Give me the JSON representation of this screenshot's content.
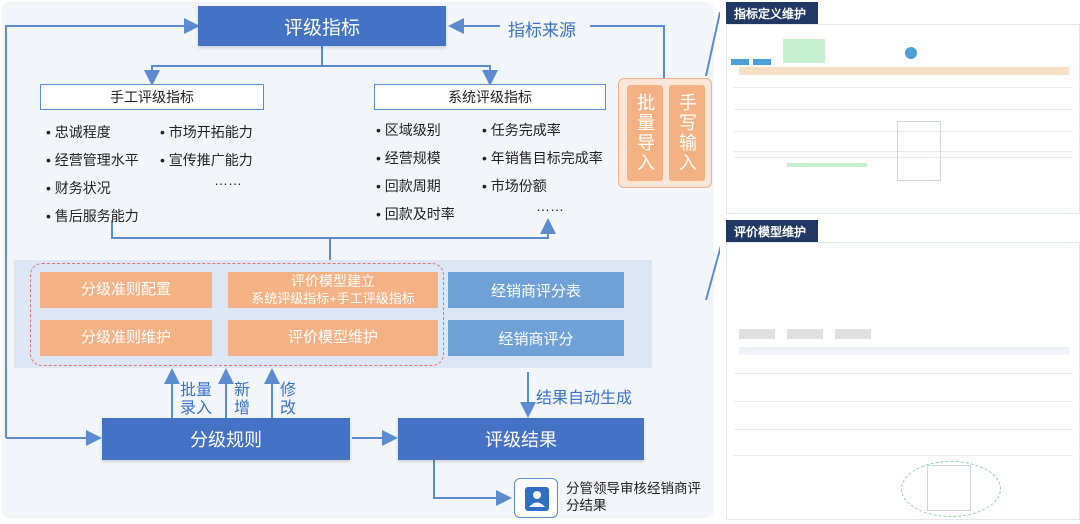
{
  "top": {
    "title": "评级指标",
    "source_label": "指标来源"
  },
  "manual": {
    "title": "手工评级指标",
    "col1": [
      "忠诚程度",
      "经营管理水平",
      "财务状况",
      "售后服务能力"
    ],
    "col2": [
      "市场开拓能力",
      "宣传推广能力",
      "……"
    ]
  },
  "system": {
    "title": "系统评级指标",
    "col1": [
      "区域级别",
      "经营规模",
      "回款周期",
      "回款及时率"
    ],
    "col2": [
      "任务完成率",
      "年销售目标完成率",
      "市场份额",
      "……"
    ]
  },
  "import": {
    "batch": "批量导入",
    "manual_input": "手写输入"
  },
  "modules": {
    "rule_config": "分级准则配置",
    "model_build_l1": "评价模型建立",
    "model_build_l2": "系统评级指标+手工评级指标",
    "scoresheet": "经销商评分表",
    "rule_maintain": "分级准则维护",
    "model_maintain": "评价模型维护",
    "scoring": "经销商评分"
  },
  "arrows": {
    "batch_entry": "批量录入",
    "add": "新增",
    "modify": "修改",
    "auto_gen": "结果自动生成"
  },
  "bottom": {
    "rules": "分级规则",
    "result": "评级结果",
    "review": "分管领导审核经销商评分结果"
  },
  "right": {
    "tag1": "指标定义维护",
    "tag2": "评价模型维护"
  }
}
